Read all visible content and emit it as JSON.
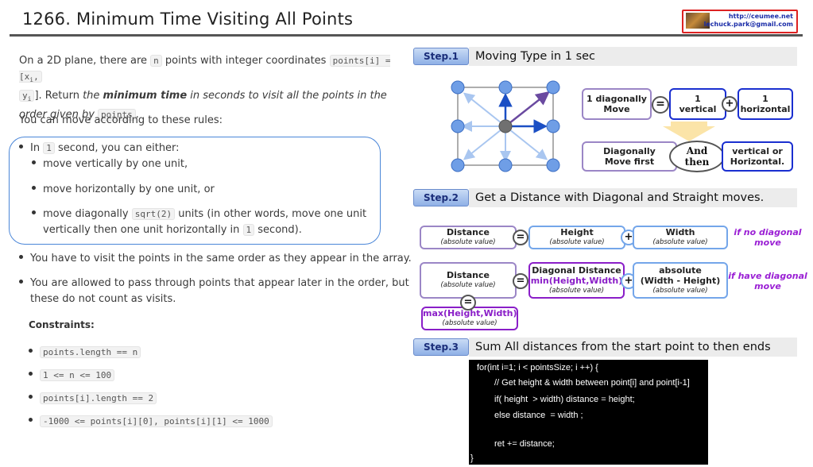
{
  "header": {
    "title": "1266. Minimum Time Visiting All Points",
    "logo_line1": "http://ceumee.net",
    "logo_line2": "lechuck.park@gmail.com"
  },
  "description": {
    "p1_a": "On a 2D plane, there are ",
    "p1_n": "n",
    "p1_b": " points with integer coordinates ",
    "p1_code": "points[i] = [x",
    "p1_code_sub": "i",
    "p1_code_tail": ",",
    "p1_y": "y",
    "p1_y_sub": "i",
    "p1_c": "]. Return ",
    "p1_em1": "the ",
    "p1_strong": "minimum time",
    "p1_em2": " in seconds to visit all the points in the order given by ",
    "p1_points": "points",
    "p1_end": ".",
    "p2": "You can move according to these rules:",
    "rule1_a": "In ",
    "rule1_num": "1",
    "rule1_b": " second, you can either:",
    "sub1": "move vertically by one unit,",
    "sub2": "move horizontally by one unit, or",
    "sub3_a": "move diagonally ",
    "sub3_code": "sqrt(2)",
    "sub3_b": " units (in other words, move one unit",
    "sub3_c": "vertically then one unit horizontally in ",
    "sub3_num": "1",
    "sub3_d": " second).",
    "rule2": "You have to visit the points in the same order as they appear in the array.",
    "rule3_a": "You are allowed to pass through points that appear later in the order, but",
    "rule3_b": "these do not count as visits.",
    "constraints_title": "Constraints:",
    "constraints": [
      "points.length == n",
      "1 <= n <= 100",
      "points[i].length == 2",
      "-1000 <= points[i][0], points[i][1] <= 1000"
    ]
  },
  "step1": {
    "tag": "Step.1",
    "title": "Moving Type  in 1 sec",
    "box_diag": "1 diagonally\nMove",
    "eq": "=",
    "box_vert": "1\nvertical",
    "plus": "+",
    "box_horiz": "1\nhorizontal",
    "box_diag_first": "Diagonally\nMove first",
    "and_then": "And\nthen",
    "box_vert_or_horiz": "vertical or\nHorizontal."
  },
  "step2": {
    "tag": "Step.2",
    "title": "Get a Distance with Diagonal and Straight moves.",
    "distance": "Distance",
    "abs": "(absolute value)",
    "eq": "=",
    "plus": "+",
    "height": "Height",
    "width": "Width",
    "note1": "if no diagonal\nmove",
    "diag_distance": "Diagonal Distance",
    "min_hw": "min(Height,Width)",
    "absolute": "absolute",
    "width_minus_height": "(Width - Height)",
    "note2": "if have diagonal\nmove",
    "max_hw": "max(Height,Width)"
  },
  "step3": {
    "tag": "Step.3",
    "title": "Sum All distances from the start point to then ends",
    "code": [
      "for(int i=1; i < pointsSize; i ++) {",
      "// Get height & width between point[i] and point[i-1]",
      "if( height  > width) distance = height;",
      "else distance  = width ;",
      "ret += distance;",
      "}"
    ]
  },
  "colors": {
    "purple_border": "#9b86c6",
    "violet_border": "#8a1ec8",
    "blue_border": "#1a2fd0",
    "light_blue_border": "#74a6ea",
    "note_color": "#9a1fd4",
    "node_fill": "#6f9ee6",
    "center_node": "#707070"
  }
}
